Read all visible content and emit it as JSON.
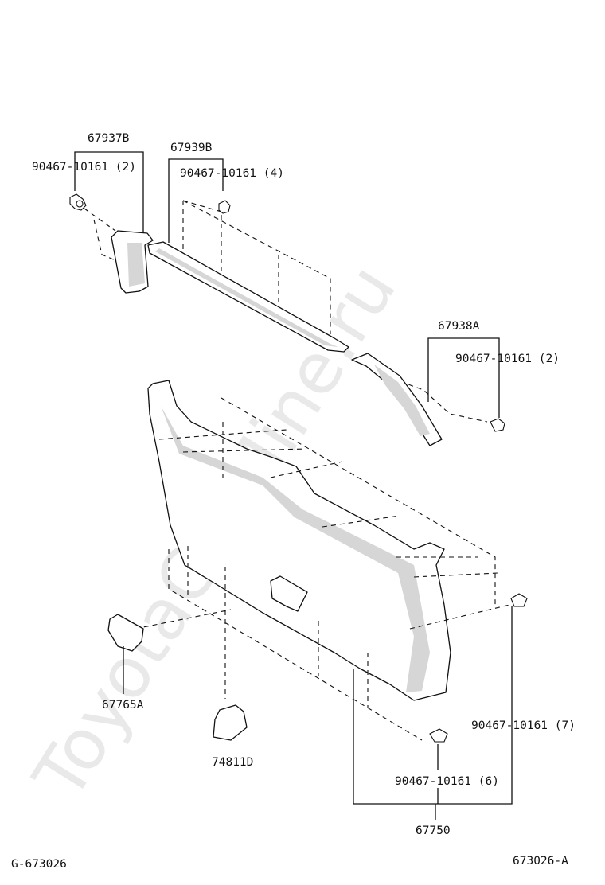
{
  "watermark": "ToyotaCarMine.ru",
  "labels": {
    "p67937B": "67937B",
    "c67937B": "90467-10161 (2)",
    "p67939B": "67939B",
    "c67939B": "90467-10161 (4)",
    "p67938A": "67938A",
    "c67938A": "90467-10161 (2)",
    "p67765A": "67765A",
    "p74811D": "74811D",
    "c7": "90467-10161 (7)",
    "c6": "90467-10161 (6)",
    "p67750": "67750",
    "code_left": "G-673026",
    "code_right": "673026-A"
  }
}
